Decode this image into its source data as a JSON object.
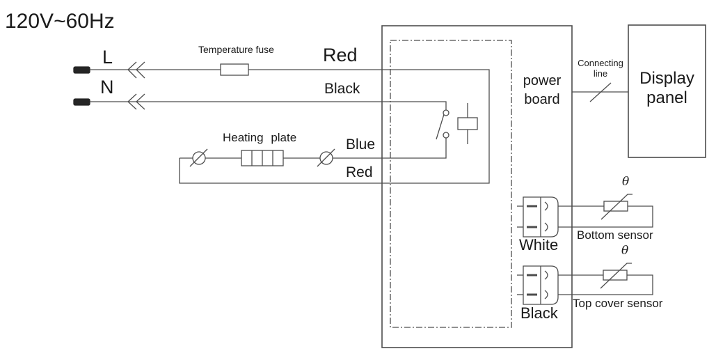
{
  "title": "120V~60Hz",
  "mains": {
    "line_l": "L",
    "line_n": "N"
  },
  "wires": {
    "red_top": "Red",
    "black": "Black",
    "blue": "Blue",
    "red_bottom": "Red"
  },
  "components": {
    "temperature_fuse": "Temperature fuse",
    "heating_plate": "Heating plate",
    "power_board": "power board",
    "connecting_line": "Connecting line",
    "display_panel": "Display panel",
    "bottom_sensor": "Bottom sensor",
    "top_cover_sensor": "Top cover sensor"
  },
  "connectors": {
    "white": "White",
    "black": "Black"
  },
  "symbols": {
    "theta": "θ"
  },
  "colors": {
    "line": "#4d4d4d",
    "text": "#1a1a1a",
    "background": "#ffffff"
  }
}
